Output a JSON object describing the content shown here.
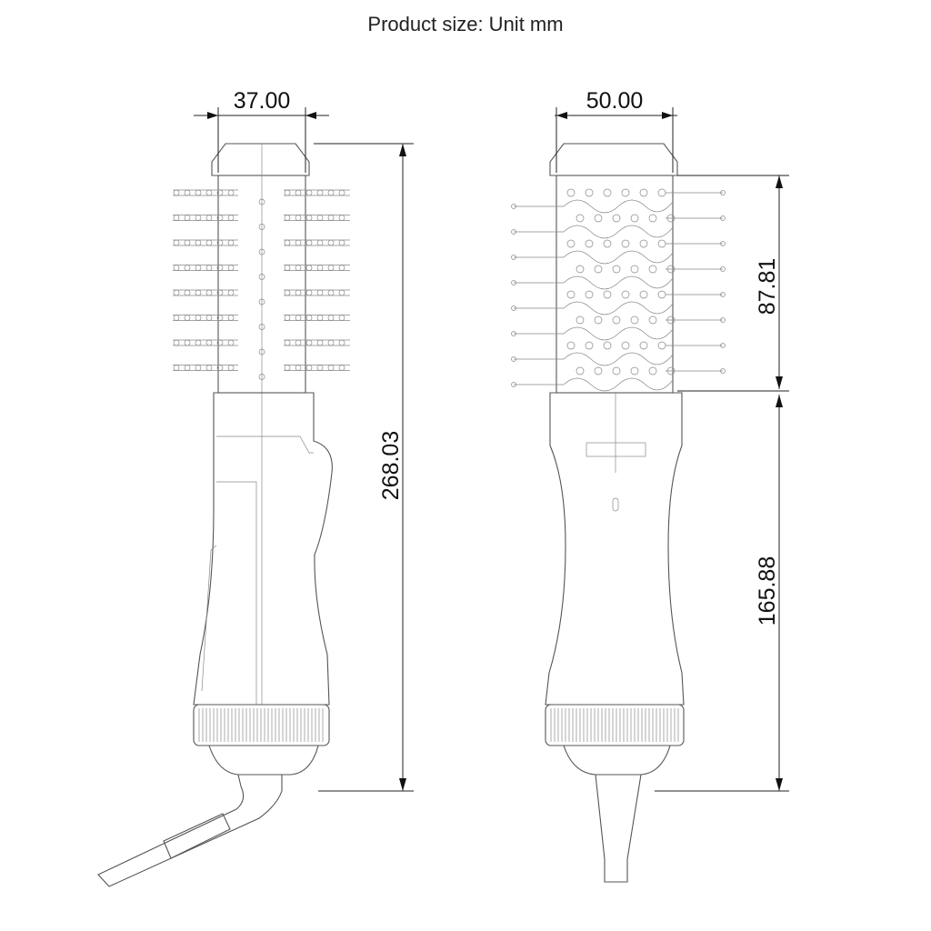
{
  "title": "Product size: Unit mm",
  "dimensions": {
    "side_width": "37.00",
    "front_width": "50.00",
    "total_length": "268.03",
    "brush_length": "87.81",
    "handle_length": "165.88"
  },
  "unit": "mm"
}
